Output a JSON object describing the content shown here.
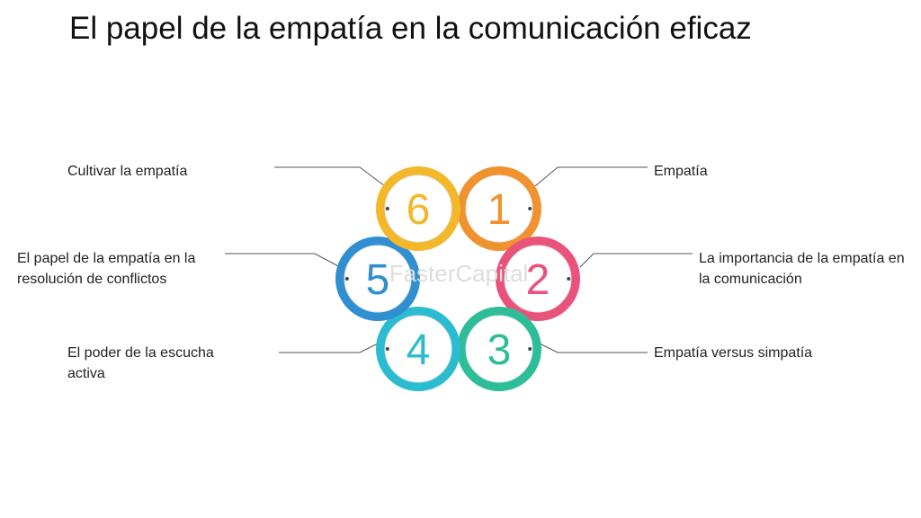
{
  "title": "El papel de la empatía en la comunicación eficaz",
  "watermark": "FasterCapital",
  "items": [
    {
      "number": "1",
      "label": "Empatía",
      "color": "#f0922e"
    },
    {
      "number": "2",
      "label": "La importancia de la empatía en la comunicación",
      "color": "#e9527b"
    },
    {
      "number": "3",
      "label": "Empatía versus simpatía",
      "color": "#2ebd99"
    },
    {
      "number": "4",
      "label": "El poder de la escucha activa",
      "color": "#2bbcd1"
    },
    {
      "number": "5",
      "label": "El papel de la empatía en la resolución de conflictos",
      "color": "#2f8fd1"
    },
    {
      "number": "6",
      "label": "Cultivar la empatía",
      "color": "#f2b82a"
    }
  ]
}
